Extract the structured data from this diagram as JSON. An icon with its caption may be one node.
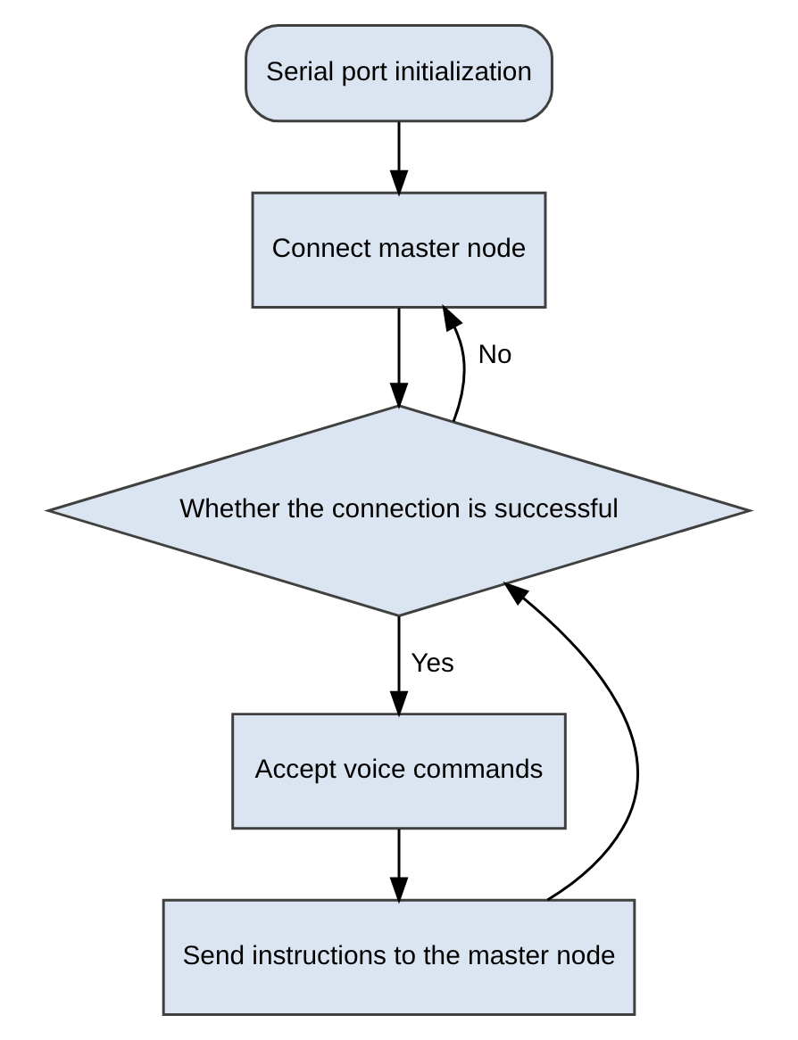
{
  "diagram": {
    "nodes": [
      {
        "text": [
          "Serial port initialization"
        ]
      },
      {
        "text": [
          "Connect master node"
        ]
      },
      {
        "text": [
          "Whether the connection is successful"
        ]
      },
      {
        "text": [
          "Accept voice commands"
        ]
      },
      {
        "text": [
          "Send instructions to the master node"
        ]
      }
    ],
    "edges": [
      {
        "from": 0,
        "to": 1,
        "arrow": "to"
      },
      {
        "from": 1,
        "to": 2,
        "arrow": "to"
      },
      {
        "from": 2,
        "to": 3,
        "arrow": "to",
        "label": "Yes"
      },
      {
        "from": 3,
        "to": 4,
        "arrow": "to"
      },
      {
        "from": 2,
        "to": 1,
        "arrow": "to",
        "label": "No"
      },
      {
        "from": 4,
        "to": 2,
        "arrow": "to"
      }
    ]
  }
}
